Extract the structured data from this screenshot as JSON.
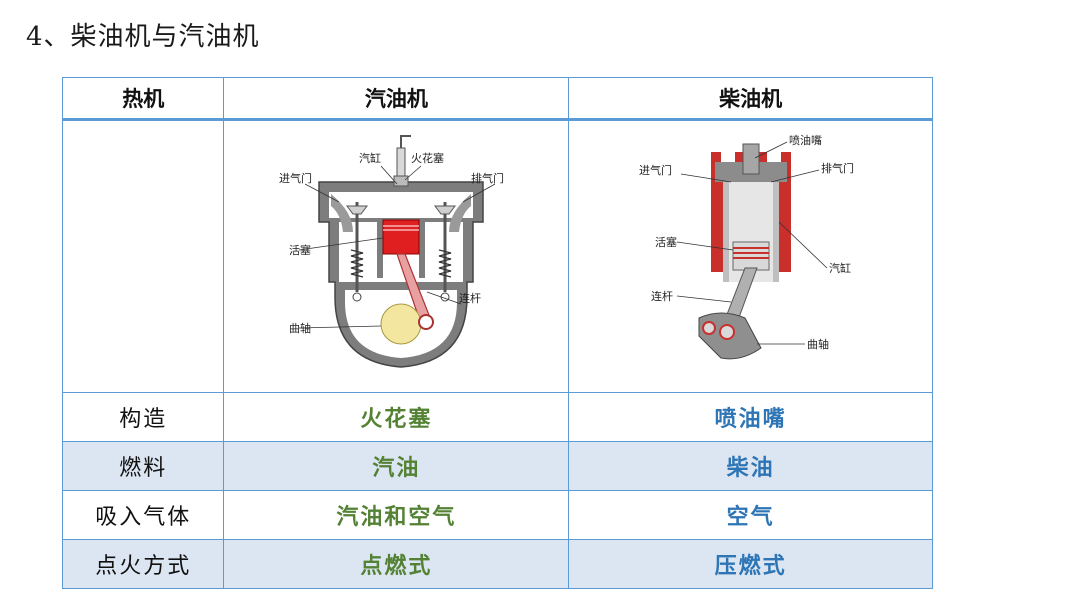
{
  "heading": "4、柴油机与汽油机",
  "columns": [
    "热机",
    "汽油机",
    "柴油机"
  ],
  "gasoline_diagram": {
    "labels": {
      "cylinder": "汽缸",
      "spark_plug": "火花塞",
      "intake_valve": "进气门",
      "exhaust_valve": "排气门",
      "piston": "活塞",
      "connecting_rod": "连杆",
      "crankshaft": "曲轴"
    }
  },
  "diesel_diagram": {
    "labels": {
      "injector": "喷油嘴",
      "intake_valve": "进气门",
      "exhaust_valve": "排气门",
      "piston": "活塞",
      "cylinder": "汽缸",
      "connecting_rod": "连杆",
      "crankshaft": "曲轴"
    }
  },
  "rows": [
    {
      "label": "构造",
      "gasoline": "火花塞",
      "diesel": "喷油嘴"
    },
    {
      "label": "燃料",
      "gasoline": "汽油",
      "diesel": "柴油"
    },
    {
      "label": "吸入气体",
      "gasoline": "汽油和空气",
      "diesel": "空气"
    },
    {
      "label": "点火方式",
      "gasoline": "点燃式",
      "diesel": "压燃式"
    }
  ],
  "colors": {
    "gasoline_text": "#548235",
    "diesel_text": "#2e75b6",
    "border": "#5b9bd5",
    "alt_row": "#dce6f2"
  }
}
